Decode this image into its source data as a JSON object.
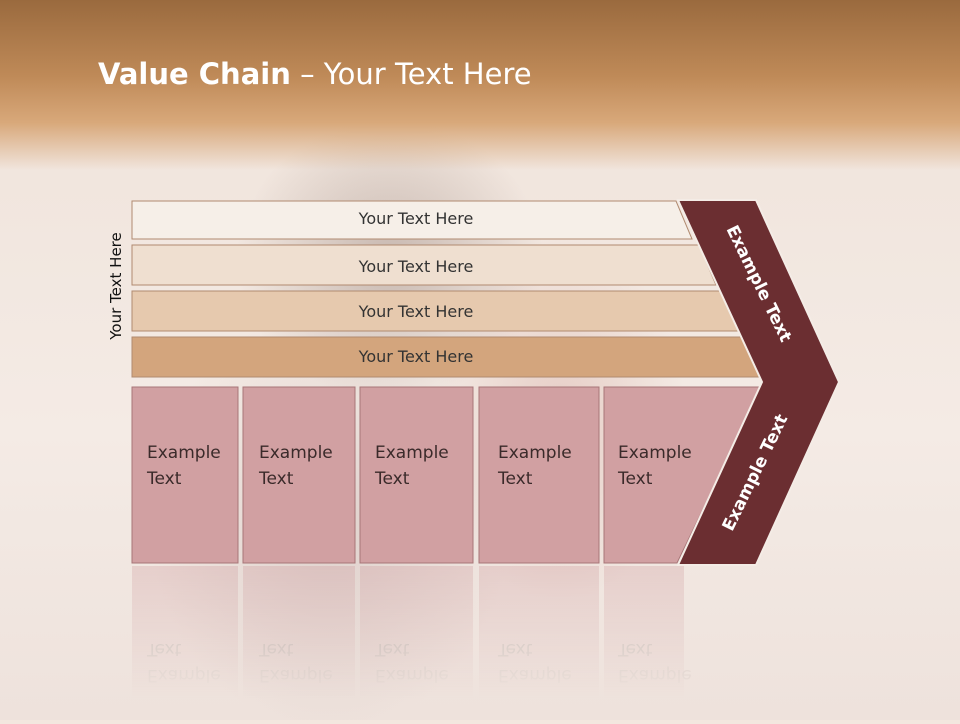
{
  "slide": {
    "title_bold": "Value Chain",
    "title_rest": " – Your Text Here",
    "side_label": "Your Text Here"
  },
  "rows": [
    {
      "label": "Your Text Here",
      "color": "#f6efe8"
    },
    {
      "label": "Your Text Here",
      "color": "#efdfd0"
    },
    {
      "label": "Your Text Here",
      "color": "#e6c9ae"
    },
    {
      "label": "Your Text Here",
      "color": "#d3a57d"
    }
  ],
  "columns": [
    {
      "line1": "Example",
      "line2": "Text"
    },
    {
      "line1": "Example",
      "line2": "Text"
    },
    {
      "line1": "Example",
      "line2": "Text"
    },
    {
      "line1": "Example",
      "line2": "Text"
    },
    {
      "line1": "Example",
      "line2": "Text"
    }
  ],
  "chevron": {
    "upper_text": "Example Text",
    "lower_text": "Example Text",
    "color": "#6b2e31"
  },
  "colors": {
    "column_fill": "#d1a0a2",
    "column_stroke": "#a87678",
    "row_stroke": "#b08a70"
  }
}
